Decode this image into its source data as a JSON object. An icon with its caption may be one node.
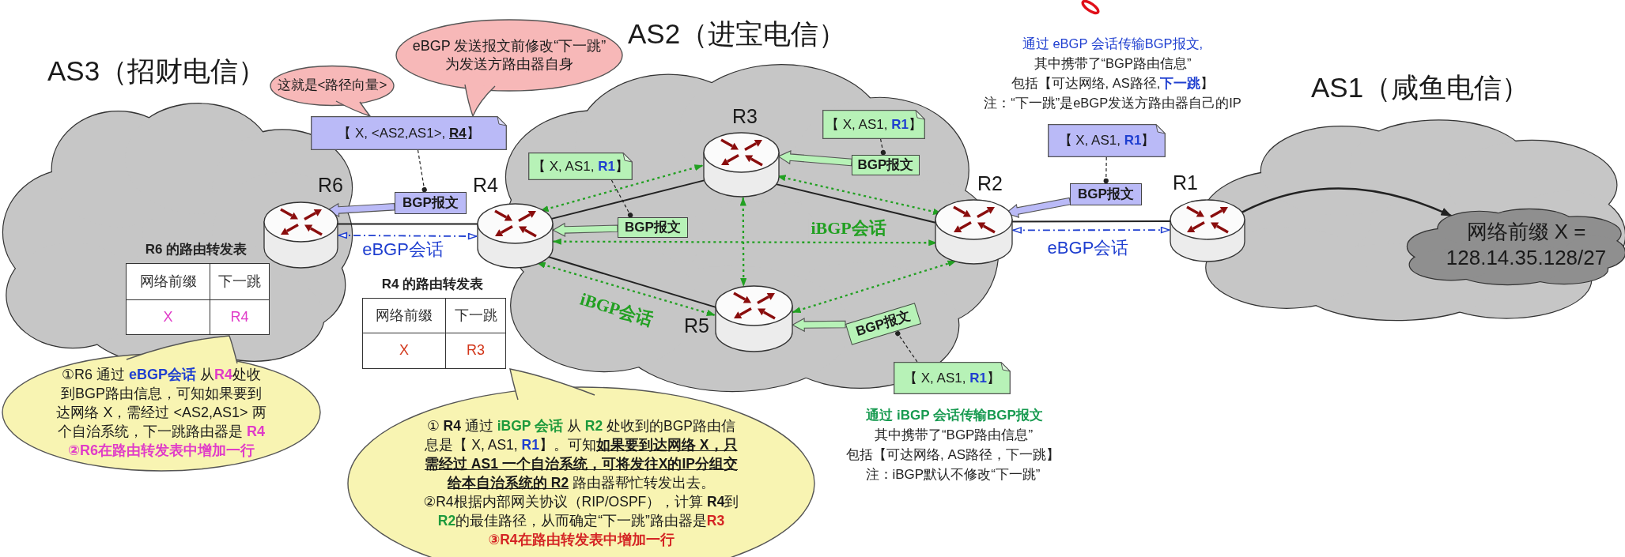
{
  "diagram": {
    "nodes": [
      {
        "text": [
          "AS3（招财电信）"
        ]
      },
      {
        "text": [
          "AS2（进宝电信）"
        ]
      },
      {
        "text": [
          "AS1（咸鱼电信）"
        ]
      },
      {
        "text": [
          "这就是<路径向量>"
        ]
      },
      {
        "text": [
          "eBGP 发送报文前修改“下一跳”为发送方路由器自身"
        ]
      },
      {
        "text": [
          "【 X, <AS2,AS1>, **R4**】"
        ]
      },
      {
        "text": [
          "BGP报文"
        ]
      },
      {
        "text": [
          "R6"
        ],
        "in": 0
      },
      {
        "text": [
          "R4"
        ]
      },
      {
        "text": [
          "R3"
        ],
        "in": 1
      },
      {
        "text": [
          "【 X, AS1, **R1**】"
        ],
        "in": 1
      },
      {
        "text": [
          "BGP报文"
        ],
        "in": 1
      },
      {
        "text": [
          "【 X, AS1, **R1**】"
        ],
        "in": 1
      },
      {
        "text": [
          "BGP报文"
        ],
        "in": 1
      },
      {
        "text": [
          "R2"
        ]
      },
      {
        "text": [
          "【 X, AS1, **R1**】"
        ]
      },
      {
        "text": [
          "BGP报文"
        ]
      },
      {
        "text": [
          "R1"
        ]
      },
      {
        "text": [
          "网络前缀 X = 128.14.35.128/27"
        ],
        "in": 2
      },
      {
        "text": [
          "R5"
        ],
        "in": 1
      },
      {
        "text": [
          "BGP报文"
        ],
        "in": 1
      },
      {
        "text": [
          "①R6 通过 **eBGP会话** 从**R4**处收到BGP路由信息，可知如果要到达网络 X，需经过 <AS2,AS1> 两个自治系统，下一跳路由器是 **R4**",
          "②R6在路由转发表中增加一行"
        ]
      },
      {
        "text": [
          "① **R4** 通过 **iBGP 会话** 从 **R2** 处收到的BGP路由信息是【 X, AS1, **R1**】。可知**如果要到达网络 X，只需经过 AS1 一个自治系统，可将发往X的IP分组交给本自治系统的 R2** 路由器帮忙转发出去。",
          "②R4根据内部网关协议（RIP/OSPF），计算 **R4**到**R2**的最佳路径，从而确定“下一跳”路由器是**R3**",
          "③R4在路由转发表中增加一行"
        ]
      },
      {
        "text": [
          "【 X, AS1, **R1**】"
        ]
      }
    ],
    "edges": [
      {
        "from": 7,
        "to": 8,
        "arrow": "none"
      },
      {
        "from": 7,
        "to": 8,
        "arrow": "both",
        "label": "eBGP会话",
        "style": "dashed",
        "color": "#1f3fd0"
      },
      {
        "from": 8,
        "to": 9,
        "arrow": "none"
      },
      {
        "from": 9,
        "to": 14,
        "arrow": "none"
      },
      {
        "from": 8,
        "to": 19,
        "arrow": "none"
      },
      {
        "from": 14,
        "to": 17,
        "arrow": "none"
      },
      {
        "from": 14,
        "to": 17,
        "arrow": "both",
        "label": "eBGP会话",
        "style": "dashed",
        "color": "#1f3fd0"
      },
      {
        "from": 8,
        "to": 9,
        "arrow": "both",
        "style": "dashed",
        "color": "#22a022"
      },
      {
        "from": 8,
        "to": 14,
        "arrow": "both",
        "label": "iBGP会话",
        "style": "dashed",
        "color": "#22a022"
      },
      {
        "from": 8,
        "to": 19,
        "arrow": "both",
        "label": "iBGP会话",
        "style": "dashed",
        "color": "#22a022"
      },
      {
        "from": 9,
        "to": 14,
        "arrow": "both",
        "style": "dashed",
        "color": "#22a022"
      },
      {
        "from": 9,
        "to": 19,
        "arrow": "both",
        "style": "dashed",
        "color": "#22a022"
      },
      {
        "from": 19,
        "to": 14,
        "arrow": "both",
        "style": "dashed",
        "color": "#22a022"
      },
      {
        "from": 17,
        "to": 18,
        "arrow": "to"
      },
      {
        "from": 5,
        "to": 6,
        "arrow": "other",
        "style": "dashed"
      },
      {
        "from": 12,
        "to": 13,
        "arrow": "other",
        "style": "dashed"
      },
      {
        "from": 10,
        "to": 11,
        "arrow": "other",
        "style": "dashed"
      },
      {
        "from": 15,
        "to": 16,
        "arrow": "other",
        "style": "dashed"
      },
      {
        "from": 23,
        "to": 20,
        "arrow": "other",
        "style": "dashed"
      },
      {
        "from": 6,
        "to": 7,
        "arrow": "to",
        "color": "#babaf7"
      },
      {
        "from": 13,
        "to": 8,
        "arrow": "to",
        "color": "#b7f2b7"
      },
      {
        "from": 11,
        "to": 9,
        "arrow": "to",
        "color": "#b7f2b7"
      },
      {
        "from": 16,
        "to": 14,
        "arrow": "to",
        "color": "#babaf7"
      },
      {
        "from": 20,
        "to": 19,
        "arrow": "to",
        "color": "#b7f2b7"
      }
    ],
    "labels": [
      "通过 eBGP 会话传输BGP报文,",
      "其中携带了“BGP路由信息”",
      "包括【可达网络, AS路径,**下一跳**】",
      "注：“下一跳”是eBGP发送方路由器自己的IP",
      "R6 的路由转发表",
      "网络前缀",
      "下一跳",
      "X",
      "R4",
      "R4 的路由转发表",
      "网络前缀",
      "下一跳",
      "X",
      "R3",
      "通过 iBGP 会话传输BGP报文",
      "其中携带了“BGP路由信息”",
      "包括【可达网络, AS路径，下一跳】",
      "注：iBGP默认不修改“下一跳”"
    ]
  }
}
